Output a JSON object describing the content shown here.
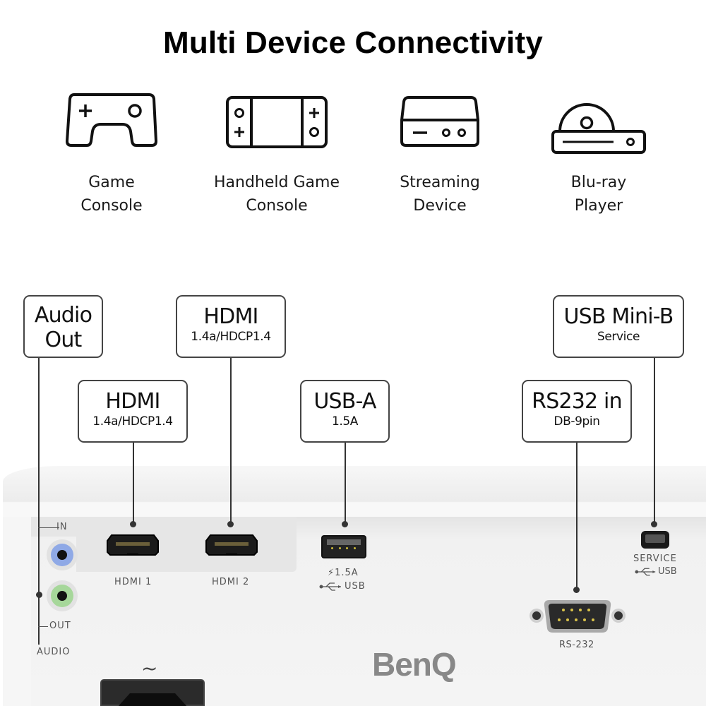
{
  "title": "Multi Device Connectivity",
  "devices": [
    {
      "icon": "gamepad-icon",
      "line1": "Game",
      "line2": "Console"
    },
    {
      "icon": "handheld-console-icon",
      "line1": "Handheld Game",
      "line2": "Console"
    },
    {
      "icon": "streaming-box-icon",
      "line1": "Streaming",
      "line2": "Device"
    },
    {
      "icon": "bluray-player-icon",
      "line1": "Blu-ray",
      "line2": "Player"
    }
  ],
  "callouts": {
    "audio_out": {
      "main1": "Audio",
      "main2": "Out"
    },
    "hdmi_1": {
      "main": "HDMI",
      "sub": "1.4a/HDCP1.4"
    },
    "hdmi_2": {
      "main": "HDMI",
      "sub": "1.4a/HDCP1.4"
    },
    "usb_a": {
      "main": "USB-A",
      "sub": "1.5A"
    },
    "rs232": {
      "main": "RS232 in",
      "sub": "DB-9pin"
    },
    "usb_mini_b": {
      "main": "USB Mini-B",
      "sub": "Service"
    }
  },
  "port_labels": {
    "audio_in": "IN",
    "audio_out": "OUT",
    "audio_group": "AUDIO",
    "hdmi1": "HDMI 1",
    "hdmi2": "HDMI 2",
    "usb_power": "⚡1.5A",
    "usb": "USB",
    "service": "SERVICE",
    "service_usb": "USB",
    "rs232": "RS-232",
    "power_symbol": "~"
  },
  "brand": "BenQ",
  "colors": {
    "audio_in_ring": "#8fa9e6",
    "audio_out_ring": "#a6d79a",
    "callout_border": "#444444",
    "brand_gray": "#888888"
  }
}
